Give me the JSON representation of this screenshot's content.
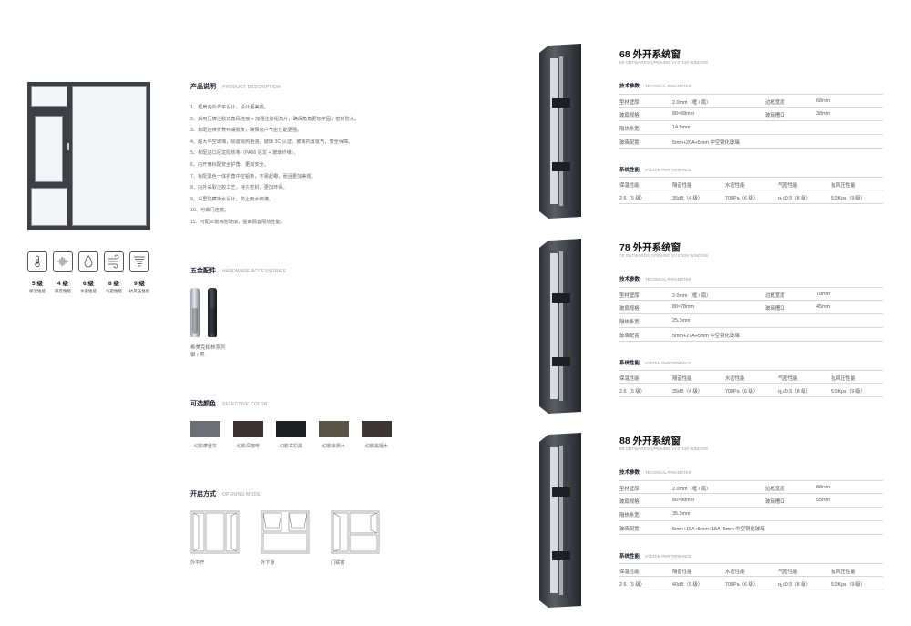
{
  "product_description": {
    "title": "产品说明",
    "title_en": "PRODUCT DESCRIPTION",
    "items": [
      "1、框扇内外齐平设计，设计更美观。",
      "2、采用压铸注胶式角码连接 + 加强注胶组角片，确保角角更加牢固，密封防水。",
      "3、标配连续折骨鸭嘴胶条，确保窗户气密性能更强。",
      "4、超大中空玻璃，隔音隔热更强，玻璃 3C 认证，玻璃内置氩气，安全保障。",
      "5、标配进口尼龙隔热条（PA66 尼龙 + 玻璃纤维）。",
      "6、内开扇标配安全护角，更加安全。",
      "7、标配黑色一体折角中空铝条，不易起霉，而且更加美观。",
      "8、内外采取注胶工艺，持久密封，更加环保。",
      "9、采里隐藏排水设计，防止雨水倒灌。",
      "10、可做门连窗。",
      "11、可配三玻两腔玻璃，提高隔音隔热性能。"
    ]
  },
  "ratings": [
    {
      "icon": "thermometer-icon",
      "grade": "5 级",
      "label": "保温性能"
    },
    {
      "icon": "soundwave-icon",
      "grade": "4 级",
      "label": "隔音性能"
    },
    {
      "icon": "water-drop-icon",
      "grade": "6 级",
      "label": "水密性能"
    },
    {
      "icon": "airflow-icon",
      "grade": "8 级",
      "label": "气密性能"
    },
    {
      "icon": "tornado-icon",
      "grade": "9 级",
      "label": "抗风压性能"
    }
  ],
  "hardware": {
    "title": "五金配件",
    "title_en": "HARDWARE ACCESSORIES",
    "caption_line1": "希美克柏林系列",
    "caption_line2": "银 / 黑"
  },
  "colors": {
    "title": "可选颜色",
    "title_en": "SELECTIVE COLOR",
    "items": [
      {
        "label": "幻影摩登灰",
        "hex": "#6b6f73"
      },
      {
        "label": "幻影深咖啡",
        "hex": "#3a3130"
      },
      {
        "label": "幻影玄彩黑",
        "hex": "#1e1f21"
      },
      {
        "label": "幻影紫枫木",
        "hex": "#5a5447"
      },
      {
        "label": "幻影黑檀木",
        "hex": "#3b3533"
      }
    ]
  },
  "opening_mode": {
    "title": "开启方式",
    "title_en": "OPENING MODE",
    "items": [
      {
        "label": "外平开"
      },
      {
        "label": "外下悬"
      },
      {
        "label": "门联窗"
      }
    ]
  },
  "systems": [
    {
      "title": "68 外开系统窗",
      "subtitle": "68 OUTWARDS OPENING SYSTEM WINDOW",
      "tech_head": "技术参数",
      "tech_head_en": "TECHNICAL PARAMETER",
      "tech_rows": [
        [
          "型材壁厚",
          "2.0mm（框 / 扇）",
          "边框宽度",
          "68mm"
        ],
        [
          "玻扇规格",
          "80×68mm",
          "玻璃槽口",
          "38mm"
        ],
        [
          "隔热条宽",
          "14.8mm",
          "",
          ""
        ],
        [
          "玻璃配置",
          "5mm+20A+5mm 中空钢化玻璃",
          "",
          ""
        ]
      ],
      "perf_head": "系统性能",
      "perf_head_en": "SYSTEM PERFORMANCE",
      "perf_labels": [
        "保温性能",
        "隔音性能",
        "水密性能",
        "气密性能",
        "抗风压性能"
      ],
      "perf_values": [
        "2.6（5 级）",
        "35dB（4 级）",
        "700Pa（6 级）",
        "q₁≤0.5（8 级）",
        "5.0Kpa（9 级）"
      ]
    },
    {
      "title": "78 外开系统窗",
      "subtitle": "78 OUTWARDS OPENING SYSTEM WINDOW",
      "tech_head": "技术参数",
      "tech_head_en": "TECHNICAL PARAMETER",
      "tech_rows": [
        [
          "型材壁厚",
          "2.0mm（框 / 扇）",
          "边框宽度",
          "78mm"
        ],
        [
          "玻扇规格",
          "80×78mm",
          "玻璃槽口",
          "45mm"
        ],
        [
          "隔热条宽",
          "25.3mm",
          "",
          ""
        ],
        [
          "玻璃配置",
          "5mm+27A+5mm 中空钢化玻璃",
          "",
          ""
        ]
      ],
      "perf_head": "系统性能",
      "perf_head_en": "SYSTEM PERFORMANCE",
      "perf_labels": [
        "保温性能",
        "隔音性能",
        "水密性能",
        "气密性能",
        "抗风压性能"
      ],
      "perf_values": [
        "2.6（5 级）",
        "35dB（4 级）",
        "700Pa（6 级）",
        "q₁≤0.5（8 级）",
        "5.0Kpa（9 级）"
      ]
    },
    {
      "title": "88 外开系统窗",
      "subtitle": "88 OUTWARDS OPENING SYSTEM WINDOW",
      "tech_head": "技术参数",
      "tech_head_en": "TECHNICAL PARAMETER",
      "tech_rows": [
        [
          "型材壁厚",
          "2.0mm（框 / 扇）",
          "边框宽度",
          "88mm"
        ],
        [
          "玻扇规格",
          "80×88mm",
          "玻璃槽口",
          "55mm"
        ],
        [
          "隔热条宽",
          "35.3mm",
          "",
          ""
        ],
        [
          "玻璃配置",
          "5mm+15A+5mm+15A+5mm 中空钢化玻璃",
          "",
          ""
        ]
      ],
      "perf_head": "系统性能",
      "perf_head_en": "SYSTEM PERFORMANCE",
      "perf_labels": [
        "保温性能",
        "隔音性能",
        "水密性能",
        "气密性能",
        "抗风压性能"
      ],
      "perf_values": [
        "2.6（5 级）",
        "40dB（5 级）",
        "700Pa（6 级）",
        "q₁≤0.5（8 级）",
        "5.0Kpa（9 级）"
      ]
    }
  ]
}
